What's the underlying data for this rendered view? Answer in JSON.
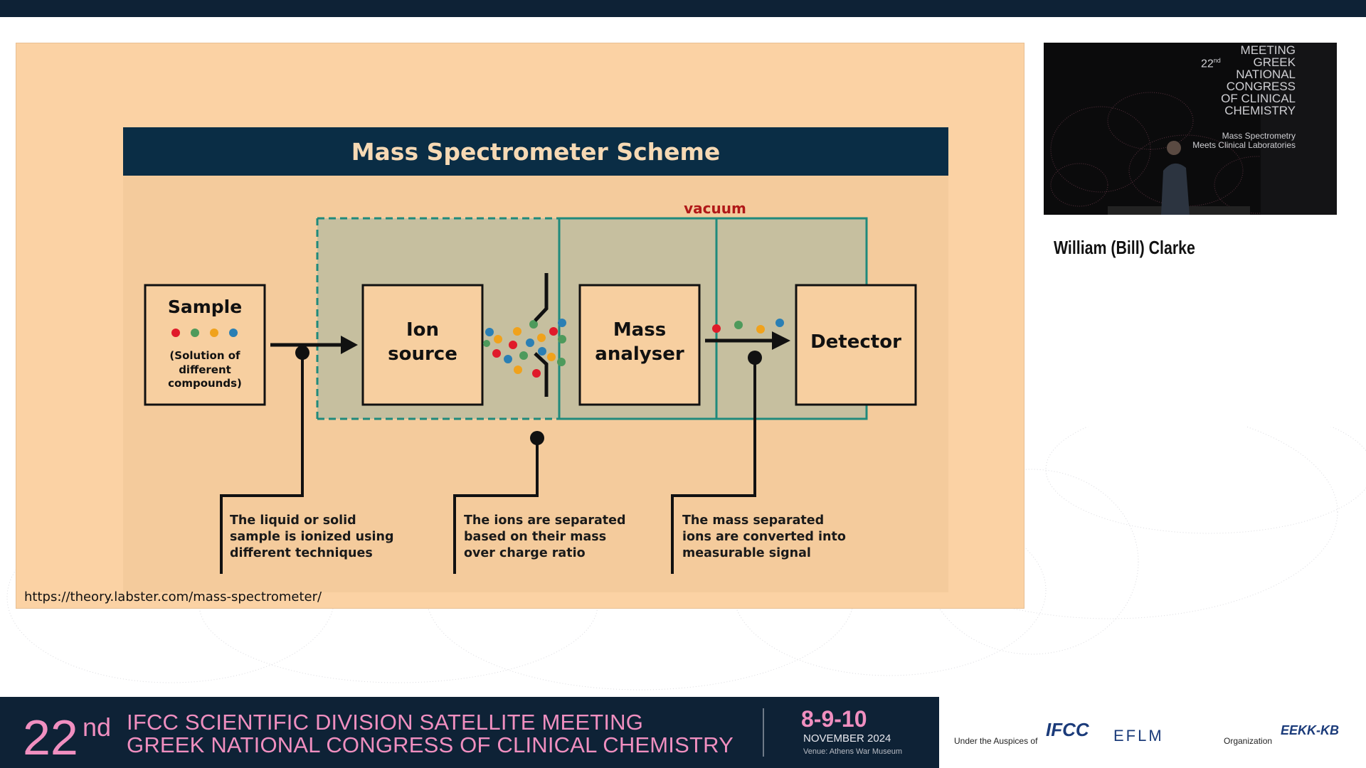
{
  "slide": {
    "title": "Mass Spectrometer Scheme",
    "vacuum_label": "vacuum",
    "boxes": {
      "sample": {
        "title": "Sample",
        "note": [
          "(Solution of",
          "different",
          "compounds)"
        ]
      },
      "ion_source": {
        "lines": [
          "Ion",
          "source"
        ]
      },
      "mass_analyser": {
        "lines": [
          "Mass",
          "analyser"
        ]
      },
      "detector": {
        "lines": [
          "Detector"
        ]
      }
    },
    "captions": [
      [
        "The liquid or solid",
        "sample is ionized using",
        "different techniques"
      ],
      [
        "The ions are separated",
        "based on their mass",
        "over charge ratio"
      ],
      [
        "The mass separated",
        "ions are converted into",
        "measurable signal"
      ]
    ],
    "source_url": "https://theory.labster.com/mass-spectrometer/",
    "colors": {
      "slide_bg": "#fbd2a4",
      "header_bg": "#0a2d45",
      "vacuum_region": "#c6bf9f",
      "teal_border": "#1f8a7c",
      "vacuum_text": "#b01818",
      "dot_red": "#e01a2a",
      "dot_green": "#4e9a5c",
      "dot_orange": "#f0a21c",
      "dot_blue": "#2a7fb4"
    }
  },
  "speaker_video": {
    "meeting_text": [
      "MEETING",
      "GREEK",
      "NATIONAL",
      "CONGRESS",
      "OF CLINICAL",
      "CHEMISTRY"
    ],
    "edition": "22",
    "edition_suffix": "nd",
    "subtitle": [
      "Mass Spectrometry",
      "Meets Clinical Laboratories"
    ]
  },
  "speaker": {
    "name": "William (Bill) Clarke"
  },
  "banner": {
    "edition": "22",
    "edition_suffix": "nd",
    "line1": "IFCC SCIENTIFIC DIVISION SATELLITE MEETING",
    "line2": "GREEK NATIONAL CONGRESS OF CLINICAL CHEMISTRY",
    "dates": "8-9-10",
    "month": "NOVEMBER 2024",
    "venue": "Venue: Athens War Museum",
    "auspices_label": "Under the Auspices of",
    "organization_label": "Organization",
    "logos": {
      "ifcc": "IFCC",
      "eflm": "EFLM",
      "ekk": "EEKK-KB"
    }
  }
}
